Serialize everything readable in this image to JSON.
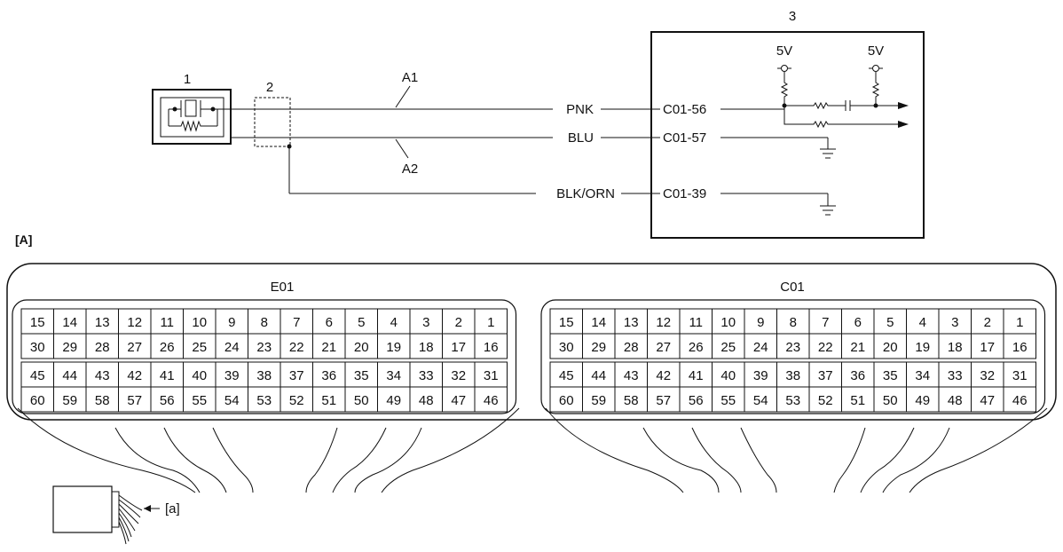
{
  "schematic": {
    "component_labels": [
      "1",
      "2",
      "3"
    ],
    "wire_labels": [
      "A1",
      "A2"
    ],
    "supply_label": "5V",
    "wires": [
      {
        "color": "PNK",
        "pin": "C01-56"
      },
      {
        "color": "BLU",
        "pin": "C01-57"
      },
      {
        "color": "BLK/ORN",
        "pin": "C01-39"
      }
    ]
  },
  "connector_view": {
    "view_label": "[A]",
    "connectors": [
      {
        "name": "E01"
      },
      {
        "name": "C01"
      }
    ],
    "pin_rows": [
      [
        "15",
        "14",
        "13",
        "12",
        "11",
        "10",
        "9",
        "8",
        "7",
        "6",
        "5",
        "4",
        "3",
        "2",
        "1"
      ],
      [
        "30",
        "29",
        "28",
        "27",
        "26",
        "25",
        "24",
        "23",
        "22",
        "21",
        "20",
        "19",
        "18",
        "17",
        "16"
      ],
      [
        "45",
        "44",
        "43",
        "42",
        "41",
        "40",
        "39",
        "38",
        "37",
        "36",
        "35",
        "34",
        "33",
        "32",
        "31"
      ],
      [
        "60",
        "59",
        "58",
        "57",
        "56",
        "55",
        "54",
        "53",
        "52",
        "51",
        "50",
        "49",
        "48",
        "47",
        "46"
      ]
    ],
    "harness_label": "[a]"
  }
}
